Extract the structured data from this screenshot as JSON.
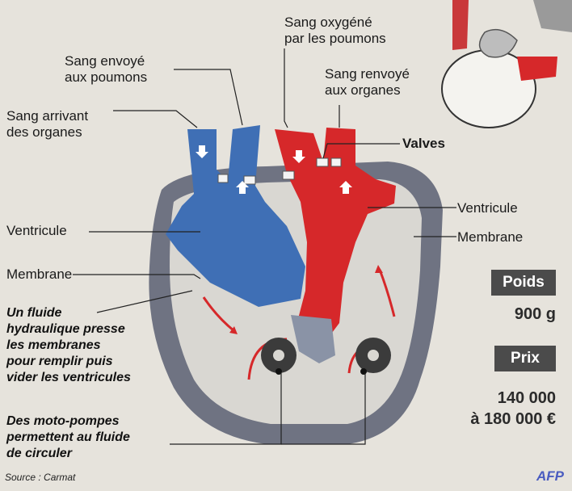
{
  "labels": {
    "sang_envoye_poumons": "Sang envoyé\naux poumons",
    "sang_arrivant_organes": "Sang arrivant\ndes organes",
    "sang_oxygene": "Sang oxygéné\npar les poumons",
    "sang_renvoye_organes": "Sang renvoyé\naux organes",
    "valves": "Valves",
    "ventricule_left": "Ventricule",
    "ventricule_right": "Ventricule",
    "membrane_left": "Membrane",
    "membrane_right": "Membrane"
  },
  "notes": {
    "fluide": "Un fluide\nhydraulique presse\nles membranes\npour remplir puis\nvider les ventricules",
    "pompes": "Des moto-pompes\npermettent au fluide\nde circuler"
  },
  "specs": {
    "poids_label": "Poids",
    "poids_value": "900 g",
    "prix_label": "Prix",
    "prix_value": "140 000\nà 180 000 €"
  },
  "source": "Source : Carmat",
  "logo": "AFP",
  "colors": {
    "blue_chamber": "#3f6fb5",
    "red_chamber": "#d6282a",
    "shell": "#6f7382",
    "fluid": "#d9d7d2",
    "badge": "#4b4b4b"
  }
}
